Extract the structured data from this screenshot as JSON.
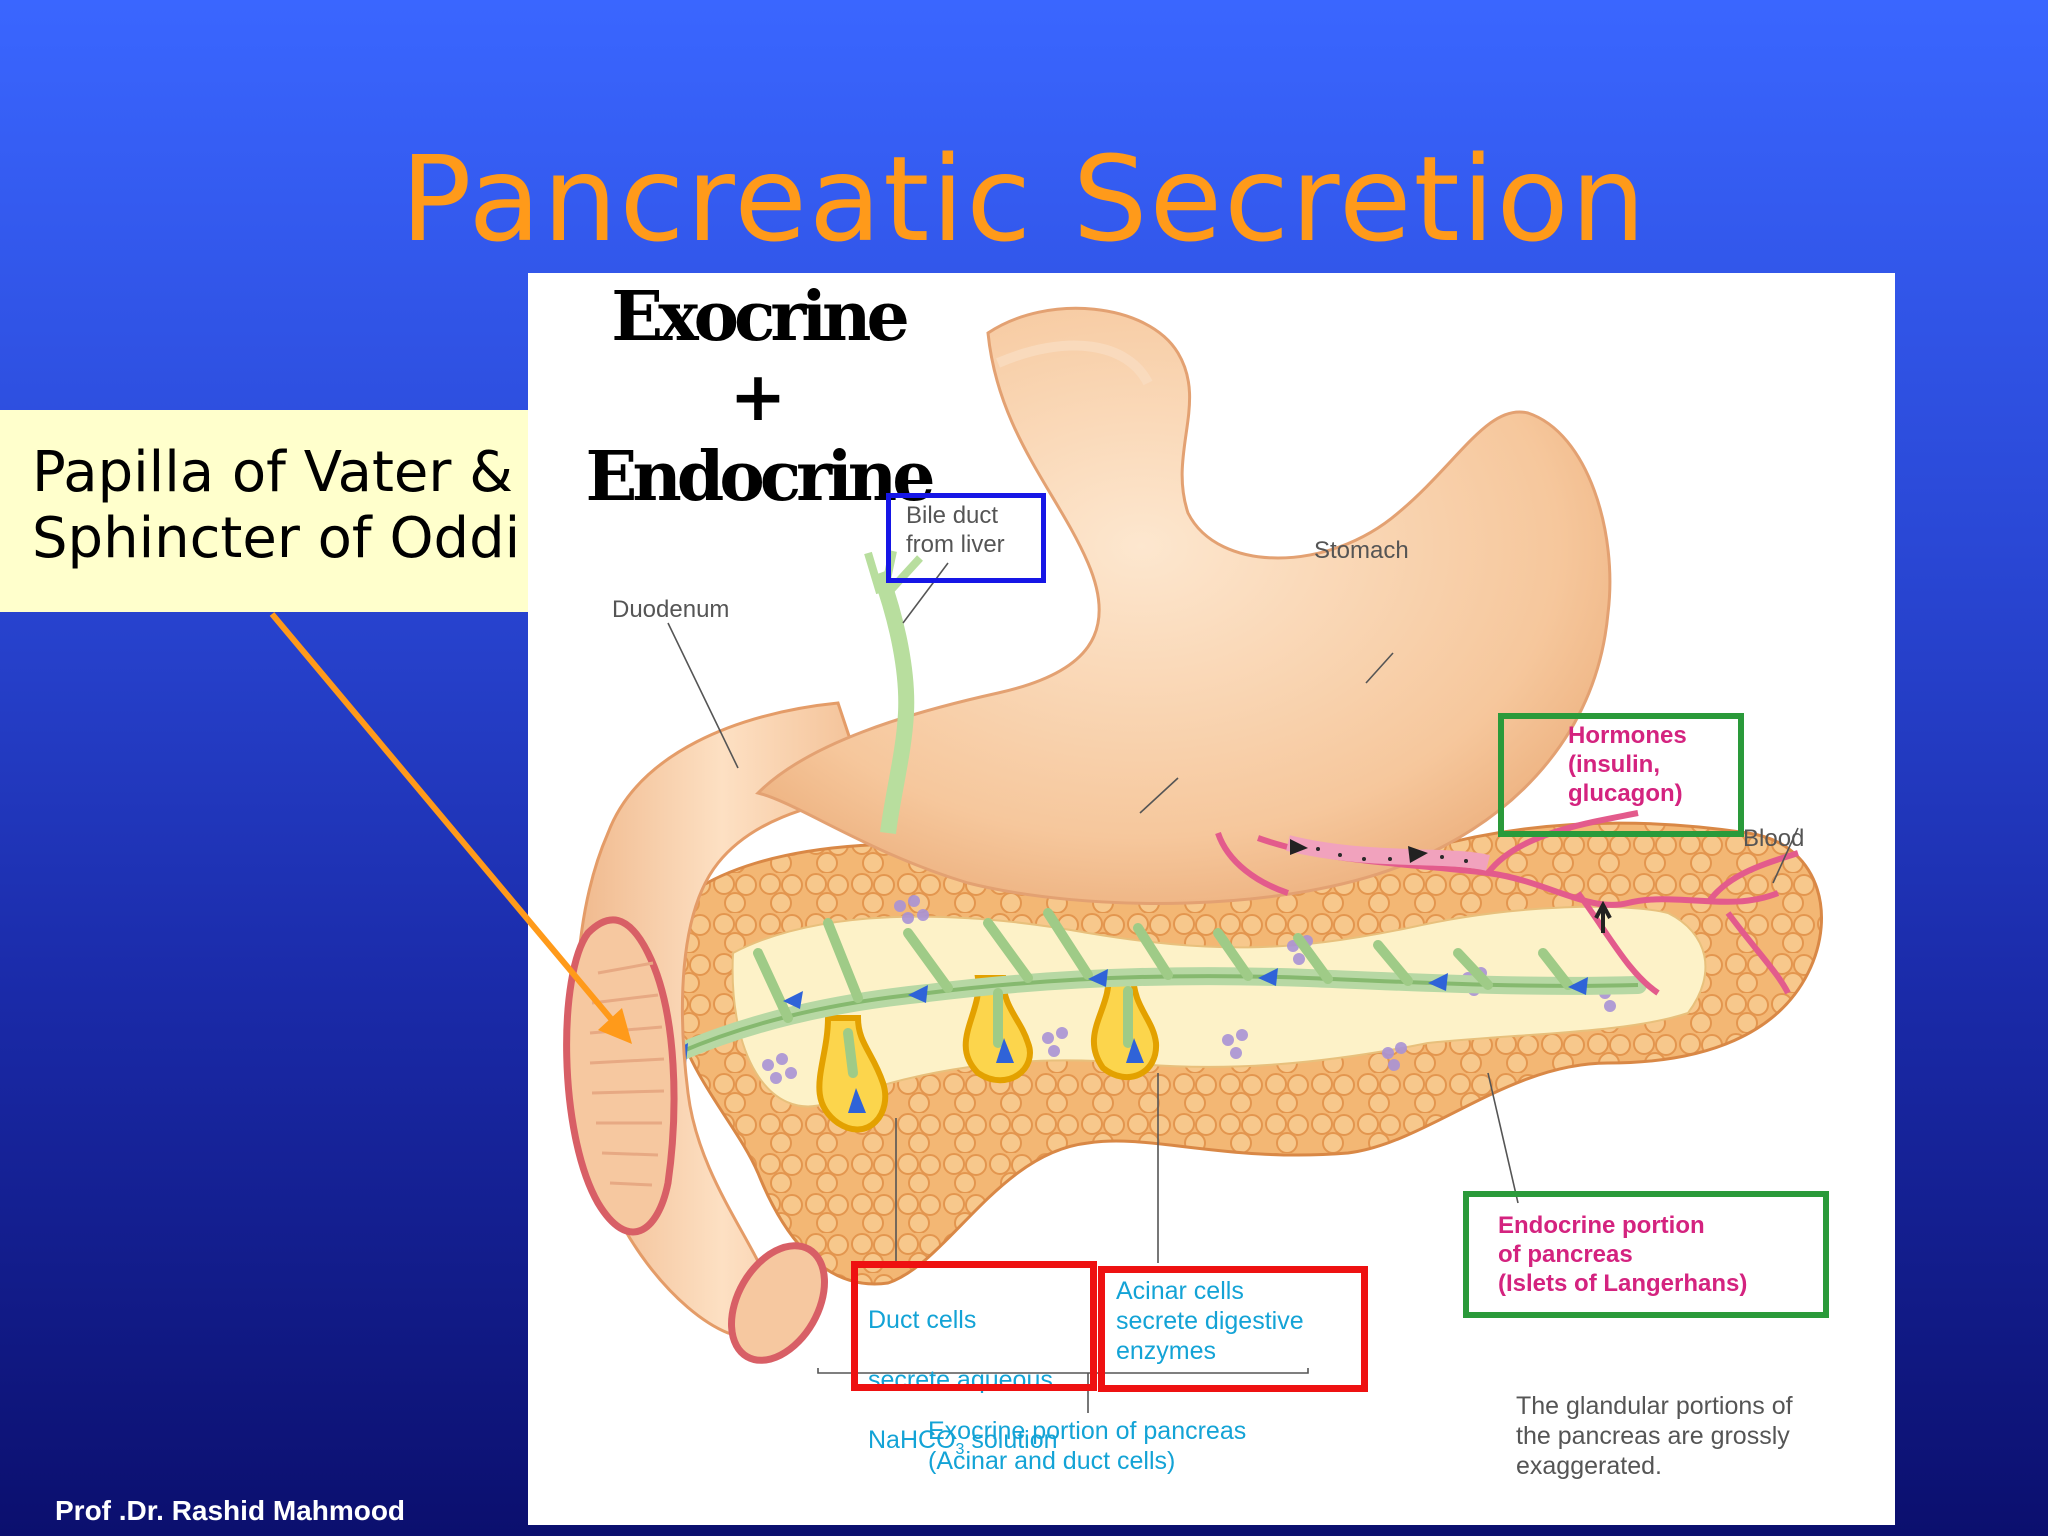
{
  "slide": {
    "title": "Pancreatic Secretion",
    "author": "Prof .Dr. Rashid Mahmood"
  },
  "heading": {
    "line1": "Exocrine",
    "line2": "+",
    "line3": "Endocrine"
  },
  "callout": {
    "line1": "Papilla of Vater &",
    "line2": "Sphincter of Oddi"
  },
  "labels": {
    "bile_duct": "Bile duct\nfrom liver",
    "stomach": "Stomach",
    "duodenum": "Duodenum",
    "hormones": "Hormones\n(insulin,\nglucagon)",
    "blood": "Blood",
    "endocrine_portion": "Endocrine portion\nof pancreas\n(Islets of Langerhans)",
    "duct_cells_l1": "Duct cells",
    "duct_cells_l2": "secrete aqueous",
    "duct_cells_l3a": "NaHCO",
    "duct_cells_l3sub": "3",
    "duct_cells_l3b": " solution",
    "acinar_cells": "Acinar cells\nsecrete digestive\nenzymes",
    "exocrine_portion": "Exocrine portion of pancreas\n(Acinar and duct cells)",
    "note": "The glandular portions of\nthe pancreas are grossly\nexaggerated."
  },
  "colors": {
    "title": "#ff9a1a",
    "callout_bg": "#ffffcc",
    "arrow": "#ff9a1a",
    "cyan_text": "#13a3d6",
    "pink_text": "#d4237f",
    "box_blue": "#1616e6",
    "box_green": "#2a9a3a",
    "box_red": "#ee1111"
  }
}
